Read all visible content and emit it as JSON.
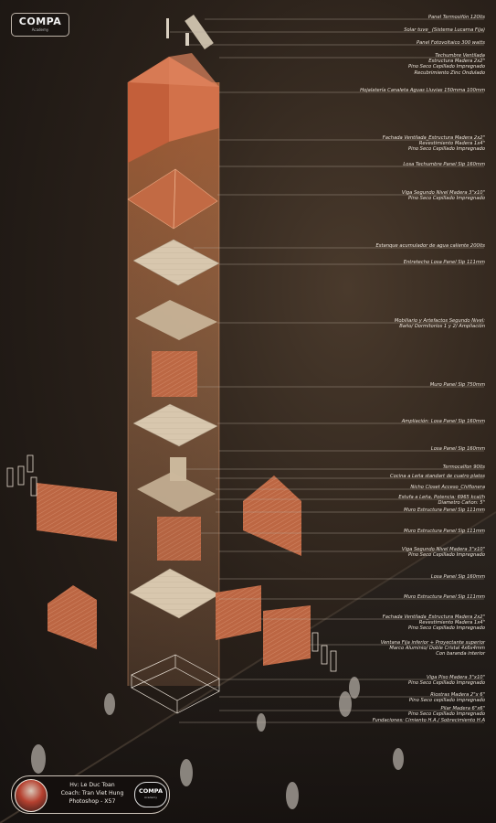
{
  "brand": {
    "name": "COMPA",
    "subtitle": "Academy"
  },
  "credits": {
    "teacher": "Hv: Le Duc Toan",
    "coach": "Coach: Tran Viet Hung",
    "software": "Photoshop - X57",
    "badge_name": "COMPA",
    "badge_sub": "Academy"
  },
  "colors": {
    "copper": "#c86a42",
    "wood": "#d7c7b0",
    "glow": "#ff9a5a",
    "line": "#cfc3b4"
  },
  "labels": [
    [
      "Panel Termosifón 120lts"
    ],
    [
      "Solar tuve_ (Sistema Lucarna Fija)"
    ],
    [
      "Panel Fotovoltaico 300 watts"
    ],
    [
      "Techumbre Ventilada",
      "Estructura Madera 2x2\"",
      "Pino Seco Cepillado Impregnado",
      "Recubrimiento Zinc Ondulado"
    ],
    [
      "Hojalatería Canaleta Aguas Lluvias 150mma 100mm"
    ],
    [
      "Fachada Ventilada_Estructura Madera 2x2\"",
      "Revestimiento Madera 1x4\"",
      "Pino Seco Cepillado Impregnado"
    ],
    [
      "Losa Techumbre Panel Sip 160mm"
    ],
    [
      "Viga Segundo Nivel Madera 3\"x10\"",
      "Pino Seco Cepillado Impregnado"
    ],
    [
      "Estanque acumulador de agua caliente 200lts"
    ],
    [
      "Entretecho Losa Panel Sip 111mm"
    ],
    [
      "Mobiliario y Artefactos Segundo Nivel:",
      "Baño/ Dormitorios 1 y 2/ Ampliación"
    ],
    [
      "Muro Panel Sip 750mm"
    ],
    [
      "Ampliación: Losa Panel Sip 160mm"
    ],
    [
      "Losa Panel Sip 160mm"
    ],
    [
      "Termocalfon 90lts"
    ],
    [
      "Cocina a Leña standart de cuatro platos"
    ],
    [
      "Nicho Closet Acceso_Chiflonera"
    ],
    [
      "Estufa a Leña, Potencia: 6965 kcal/h",
      "Diametro  Cañon: 5\""
    ],
    [
      "Muro Estructura Panel Sip 111mm"
    ],
    [
      "Muro Estructura Panel Sip 111mm"
    ],
    [
      "Viga Segundo Nivel Madera 3\"x10\"",
      "Pino Seco Cepillado Impregnado"
    ],
    [
      "Losa Panel Sip 160mm"
    ],
    [
      "Muro Estructura Panel Sip 111mm"
    ],
    [
      "Fachada Ventilada_Estructura Madera 2x2\"",
      "Revestimiento Madera 1x4\"",
      "Pino Seco Cepillado Impregnado"
    ],
    [
      "Ventana Fija inferior + Proyectante superior",
      "Marco Aluminio/ Doble Cristal 4x6x4mm",
      "Con baranda interior"
    ],
    [
      "Viga Piso Madera 3\"x10\"",
      "Pino Seco Cepillado Impregnado"
    ],
    [
      "Riostras Madera 2\"x 6\"",
      "Pino Seco  cepillado impregnado"
    ],
    [
      "Pilar Madera 6\"x6\"",
      "Pino Seco Cepillado Impregnado"
    ],
    [
      "Fundaciones: Cimiento H.A./ Sobrecimiento H.A"
    ]
  ]
}
